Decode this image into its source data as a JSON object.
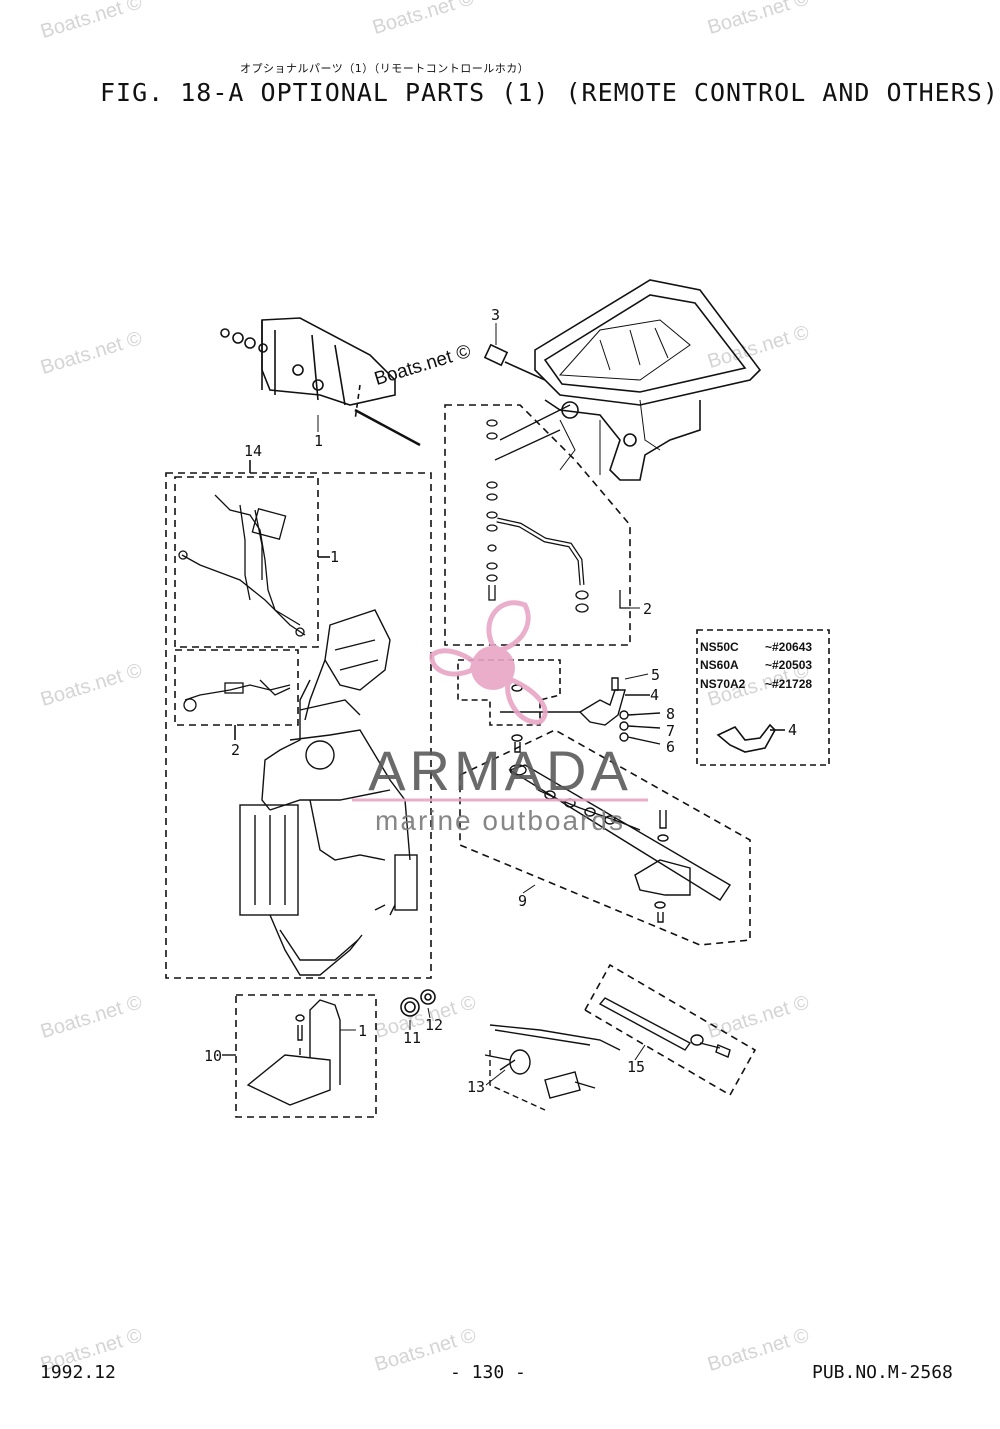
{
  "header": {
    "title_jp": "オプショナルパーツ（1）（リモートコントロールホカ）",
    "title": "FIG. 18-A OPTIONAL PARTS (1) (REMOTE CONTROL AND OTHERS)"
  },
  "watermark": {
    "text": "Boats.net ©"
  },
  "logo": {
    "name": "ARMADA",
    "tagline": "marine outboards",
    "color": "#e8a6c6"
  },
  "callouts": [
    "1",
    "1",
    "1",
    "2",
    "2",
    "3",
    "4",
    "4",
    "5",
    "6",
    "7",
    "8",
    "9",
    "10",
    "11",
    "12",
    "13",
    "14",
    "15"
  ],
  "applicability": [
    {
      "model": "NS50C",
      "serial": "~#20643"
    },
    {
      "model": "NS60A",
      "serial": "~#20503"
    },
    {
      "model": "NS70A2",
      "serial": "~#21728"
    }
  ],
  "footer": {
    "date": "1992.12",
    "page": "- 130 -",
    "pub": "PUB.NO.M-2568"
  },
  "colors": {
    "ink": "#111111",
    "watermark": "#d4d4d4",
    "logo": "#e8a6c6",
    "logo_text": "#666666"
  }
}
